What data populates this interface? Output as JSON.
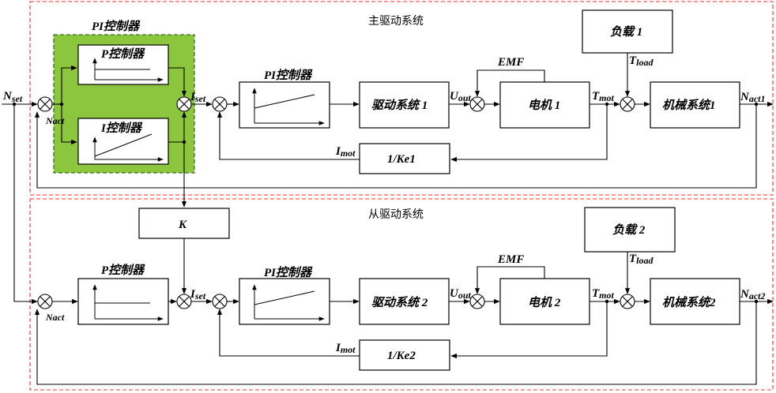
{
  "main_system": {
    "title": "主驱动系统",
    "pi_group_label": "PI控制器",
    "p_ctrl": "P控制器",
    "i_ctrl": "I控制器",
    "pi_ctrl2": "PI控制器",
    "drive": "驱动系统 1",
    "motor": "电机 1",
    "mech": "机械系统1",
    "load": "负载 1",
    "feedback": "1/Ke1",
    "emf": "EMF",
    "n_set": "Nset",
    "n_act_in": "Nact",
    "i_set": "Iset",
    "u_out": "Uout",
    "t_mot": "Tmot",
    "t_load": "Tload",
    "n_act_out": "Nact1",
    "i_mot": "Imot"
  },
  "coupling": {
    "gain": "K"
  },
  "slave_system": {
    "title": "从驱动系统",
    "p_ctrl": "P控制器",
    "pi_ctrl": "PI控制器",
    "drive": "驱动系统 2",
    "motor": "电机 2",
    "mech": "机械系统2",
    "load": "负载 2",
    "feedback": "1/Ke2",
    "emf": "EMF",
    "n_act_in": "Nact",
    "i_set": "Iset",
    "u_out": "Uout",
    "t_mot": "Tmot",
    "t_load": "Tload",
    "n_act_out": "Nact2",
    "i_mot": "Imot"
  }
}
